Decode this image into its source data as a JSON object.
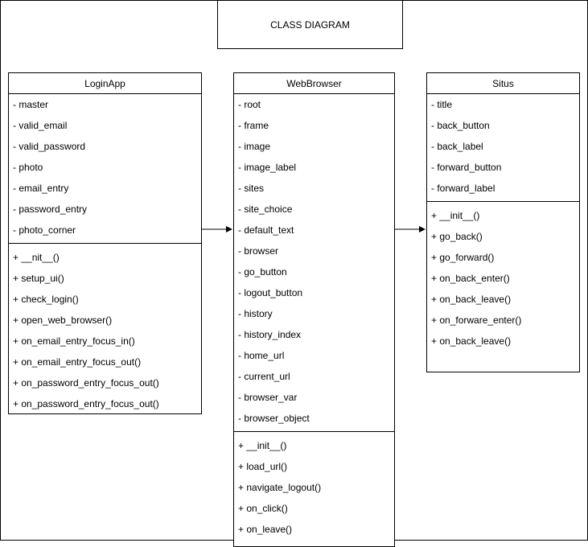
{
  "diagram": {
    "title": "CLASS DIAGRAM",
    "classes": [
      {
        "name": "LoginApp",
        "attributes": [
          "- master",
          "- valid_email",
          "- valid_password",
          "- photo",
          "- email_entry",
          "- password_entry",
          "- photo_corner"
        ],
        "methods": [
          "+ __nit__()",
          "+ setup_ui()",
          "+ check_login()",
          "+ open_web_browser()",
          "+ on_email_entry_focus_in()",
          "+ on_email_entry_focus_out()",
          "+ on_password_entry_focus_out()",
          "+ on_password_entry_focus_out()"
        ]
      },
      {
        "name": "WebBrowser",
        "attributes": [
          "- root",
          "- frame",
          "- image",
          "- image_label",
          "- sites",
          "- site_choice",
          "- default_text",
          "- browser",
          "- go_button",
          "- logout_button",
          "- history",
          "- history_index",
          "- home_url",
          "- current_url",
          "- browser_var",
          "- browser_object"
        ],
        "methods": [
          "+ __init__()",
          "+ load_url()",
          "+ navigate_logout()",
          "+ on_click()",
          "+ on_leave()"
        ]
      },
      {
        "name": "Situs",
        "attributes": [
          "- title",
          "- back_button",
          "- back_label",
          "- forward_button",
          "- forward_label"
        ],
        "methods": [
          "+ __init__()",
          "+ go_back()",
          "+ go_forward()",
          "+ on_back_enter()",
          "+ on_back_leave()",
          "+ on_forware_enter()",
          "+ on_back_leave()"
        ]
      }
    ]
  }
}
